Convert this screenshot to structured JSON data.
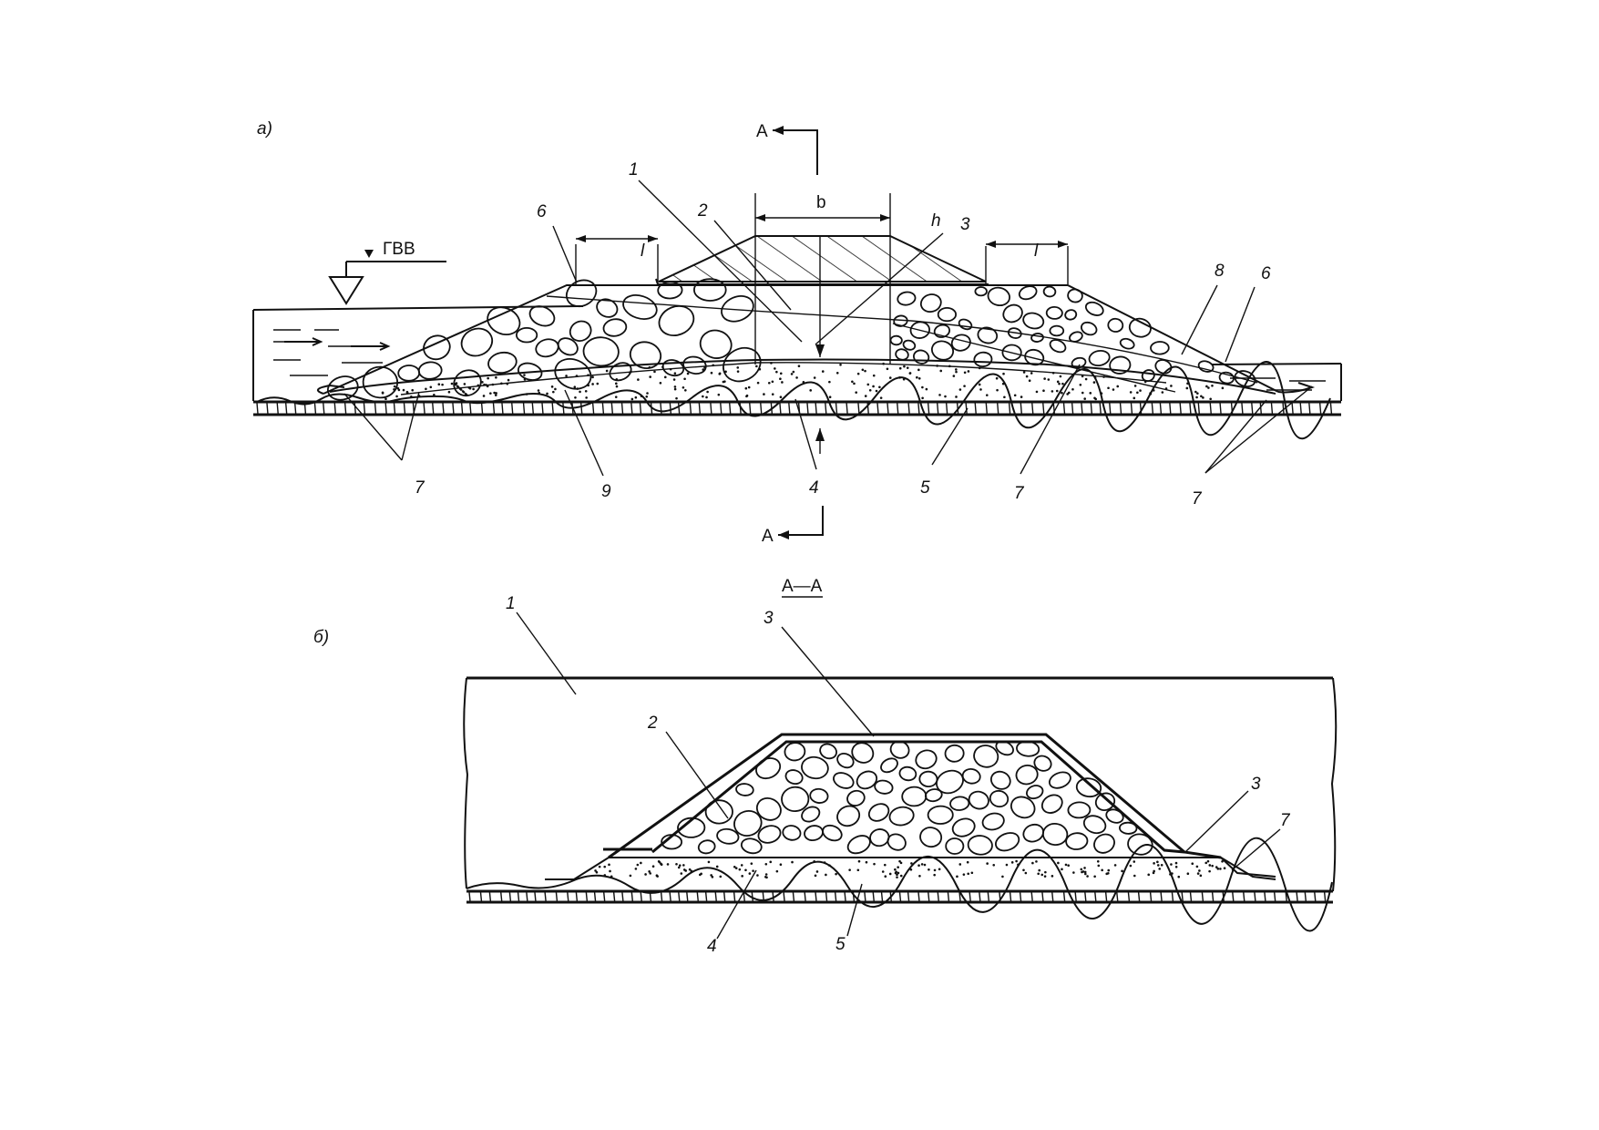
{
  "figure_a": {
    "panel_label": "а)",
    "section_mark_top": "А",
    "section_mark_bottom": "А",
    "water_level": "ГВВ",
    "dim_b": "b",
    "dim_h": "h",
    "dim_l_left": "l",
    "dim_l_right": "l",
    "callouts": {
      "c1": "1",
      "c2": "2",
      "c3": "3",
      "c6_left": "6",
      "c6_right": "6",
      "c8": "8",
      "c7_left": "7",
      "c9": "9",
      "c4": "4",
      "c5": "5",
      "c7_mid": "7",
      "c7_right": "7"
    }
  },
  "figure_b": {
    "panel_label": "б)",
    "section_title": "А—А",
    "callouts": {
      "c1": "1",
      "c3_top": "3",
      "c2": "2",
      "c3_right": "3",
      "c7": "7",
      "c4": "4",
      "c5": "5"
    }
  }
}
